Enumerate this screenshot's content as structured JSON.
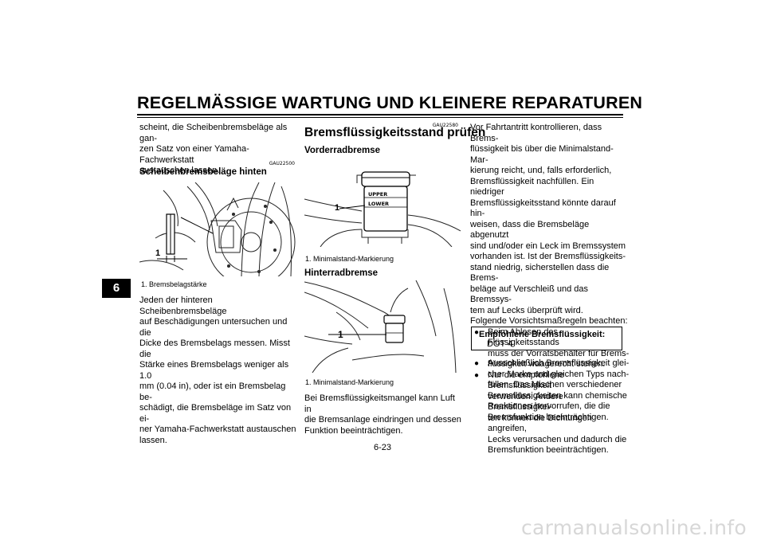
{
  "header": {
    "title": "REGELMÄSSIGE WARTUNG UND KLEINERE REPARATUREN"
  },
  "chapter_tab": "6",
  "left_column": {
    "intro": [
      "scheint, die Scheibenbremsbeläge als gan-",
      "zen Satz von einer Yamaha-Fachwerkstatt",
      "austauschen lassen."
    ],
    "code": "GAU22500",
    "heading": "Scheibenbremsbeläge hinten",
    "figure_callout": "1",
    "caption": "1.  Bremsbelagstärke",
    "body": [
      "Jeden der hinteren Scheibenbremsbeläge",
      "auf Beschädigungen untersuchen und die",
      "Dicke des Bremsbelags messen. Misst die",
      "Stärke eines Bremsbelags weniger als 1.0",
      "mm (0.04 in), oder ist ein Bremsbelag be-",
      "schädigt, die Bremsbeläge im Satz von ei-",
      "ner Yamaha-Fachwerkstatt austauschen",
      "lassen."
    ]
  },
  "middle_column": {
    "code": "GAU22580",
    "heading": "Bremsflüssigkeitsstand prüfen",
    "front": {
      "heading": "Vorderradbremse",
      "upper_label": "UPPER",
      "lower_label": "LOWER",
      "callout": "1",
      "caption": "1.  Minimalstand-Markierung"
    },
    "rear": {
      "heading": "Hinterradbremse",
      "callout": "1",
      "caption": "1.  Minimalstand-Markierung"
    },
    "body": [
      "Bei Bremsflüssigkeitsmangel kann Luft in",
      "die Bremsanlage eindringen und dessen",
      "Funktion beeinträchtigen."
    ]
  },
  "right_column": {
    "intro": [
      "Vor Fahrtantritt kontrollieren, dass Brems-",
      "flüssigkeit bis über die Minimalstand-Mar-",
      "kierung reicht, und, falls erforderlich,",
      "Bremsflüssigkeit nachfüllen. Ein niedriger",
      "Bremsflüssigkeitsstand könnte darauf hin-",
      "weisen, dass die Bremsbeläge abgenutzt",
      "sind und/oder ein Leck im Bremssystem",
      "vorhanden ist. Ist der Bremsflüssigkeits-",
      "stand niedrig, sicherstellen dass die Brems-",
      "beläge auf Verschleiß und das Bremssys-",
      "tem auf Lecks überprüft wird.",
      "Folgende Vorsichtsmaßregeln beachten:"
    ],
    "bullets": [
      [
        "Beim Ablesen des Flüssigkeitsstands",
        "muss der Vorratsbehälter für Brems-",
        "flüssigkeit waagerecht stehen."
      ],
      [
        "Nur die empfohlene Bremsflüssigkeit",
        "verwenden. Andere Bremsflüssigkei-",
        "ten können die Dichtungen angreifen,",
        "Lecks verursachen und dadurch die",
        "Bremsfunktion beeinträchtigen."
      ]
    ],
    "box": {
      "label": "Empfohlene Bremsflüssigkeit:",
      "value": "DOT 4"
    },
    "bullet3": [
      "Ausschließlich Bremsflüssigkeit glei-",
      "cher Marke und gleichen Typs nach-",
      "füllen. Das Mischen verschiedener",
      "Bremsflüssigkeiten kann chemische",
      "Reaktionen hervorrufen, die die",
      "Bremsfunktion beeinträchtigen."
    ]
  },
  "page_number": "6-23",
  "watermark": "carmanualsonline.info"
}
